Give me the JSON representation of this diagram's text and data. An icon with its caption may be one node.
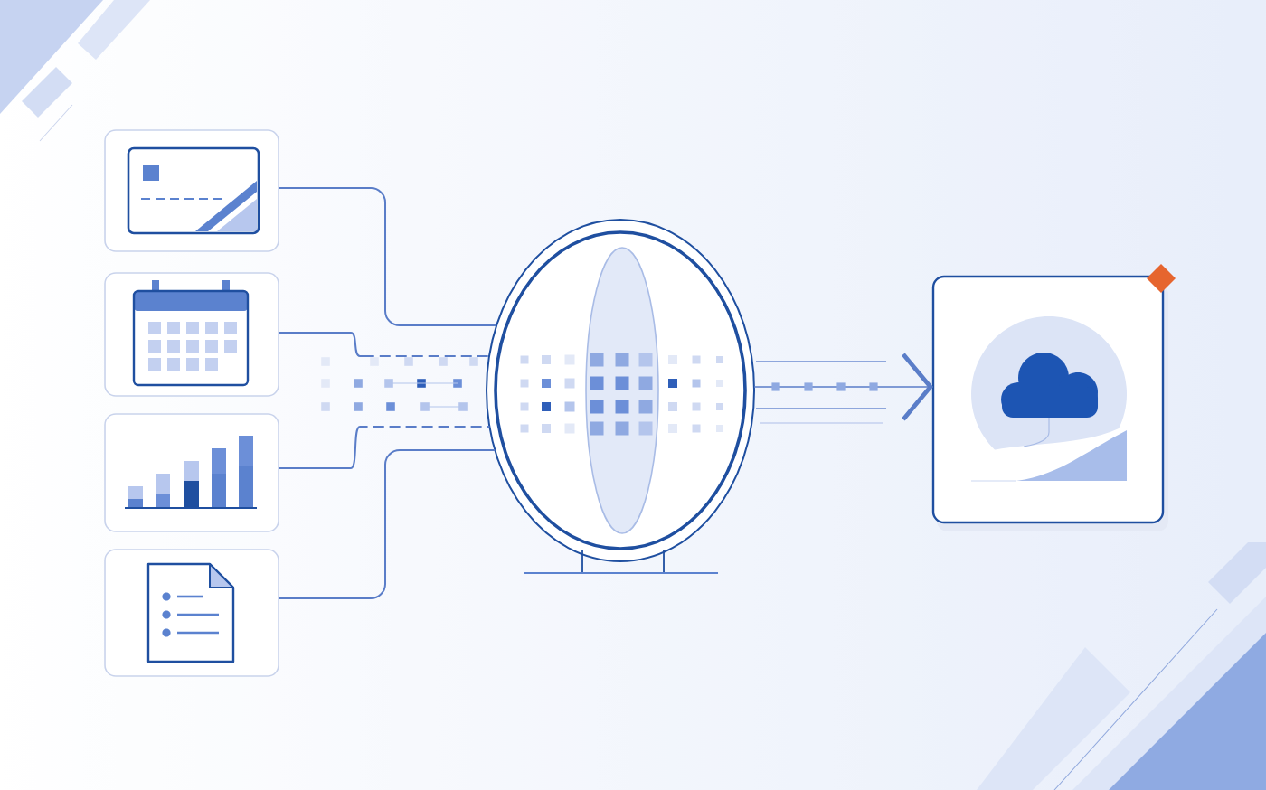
{
  "diagram": {
    "nodes": [
      {
        "text": [],
        "shape": "box"
      },
      {
        "text": [],
        "shape": "box"
      },
      {
        "text": [],
        "shape": "box"
      },
      {
        "text": [],
        "shape": "box"
      },
      {
        "text": [],
        "shape": "circle"
      },
      {
        "text": [],
        "shape": "box"
      }
    ],
    "edges": [
      {
        "from": 0,
        "to": 4,
        "arrow": "none"
      },
      {
        "from": 1,
        "to": 4,
        "arrow": "none",
        "style": "dashed"
      },
      {
        "from": 2,
        "to": 4,
        "arrow": "none",
        "style": "dashed"
      },
      {
        "from": 3,
        "to": 4,
        "arrow": "none"
      },
      {
        "from": 4,
        "to": 5,
        "arrow": "to"
      }
    ]
  }
}
